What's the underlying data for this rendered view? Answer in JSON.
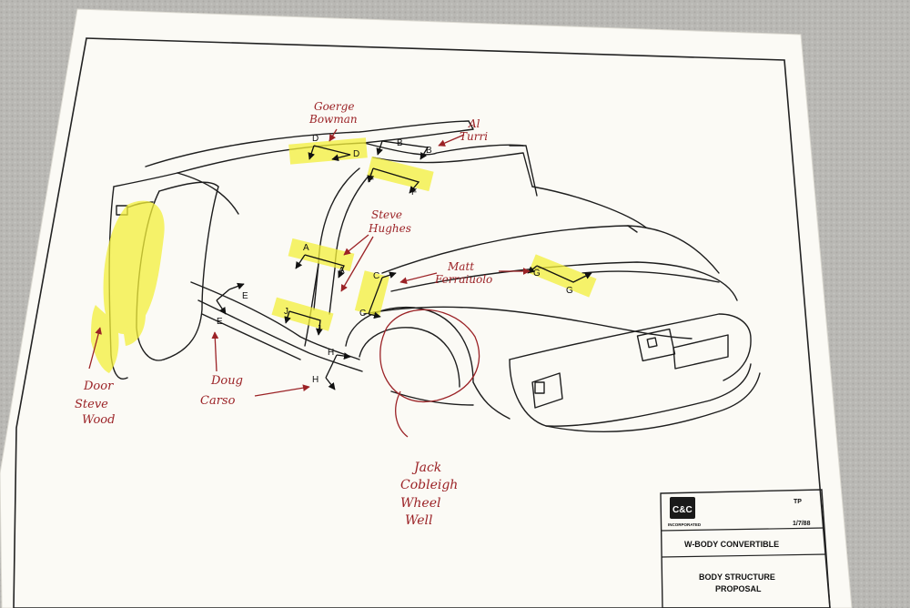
{
  "colors": {
    "carpet": "#b9b8b4",
    "paper": "#fbfaf5",
    "line": "#1e1e1e",
    "red_ink": "#9b2226",
    "highlighter": "#f3ef3a"
  },
  "annotations": {
    "goerge_bowman": [
      "Goerge",
      "Bowman"
    ],
    "al_turri": [
      "Al",
      "Turri"
    ],
    "steve_hughes": [
      "Steve",
      "Hughes"
    ],
    "matt_ferraiuolo": [
      "Matt",
      "Ferraiuolo"
    ],
    "door_steve_wood": [
      "Door",
      "Steve",
      "Wood"
    ],
    "doug_carso": [
      "Doug",
      "Carso"
    ],
    "jack_cobleigh": [
      "Jack",
      "Cobleigh",
      "Wheel",
      "Well"
    ]
  },
  "section_labels": {
    "A": "A",
    "B": "B",
    "C": "C",
    "D": "D",
    "E": "E",
    "F": "F",
    "G": "G",
    "H": "H",
    "J": "J"
  },
  "title_block": {
    "logo": "C&C",
    "logo_sub": "INCORPORATED",
    "initials": "TP",
    "date": "1/7/88",
    "title": "W-BODY CONVERTIBLE",
    "subtitle_line1": "BODY STRUCTURE",
    "subtitle_line2": "PROPOSAL"
  }
}
